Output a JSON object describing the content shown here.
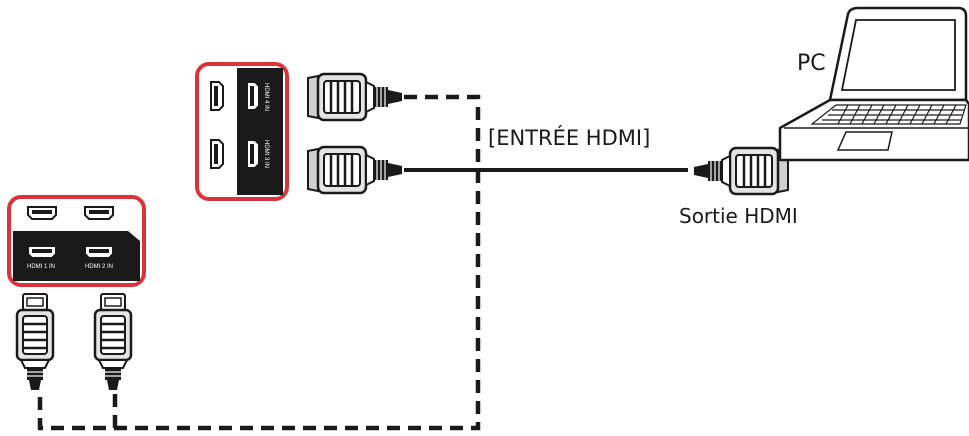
{
  "labels": {
    "pc": "PC",
    "hdmi_input": "[ENTRÉE HDMI]",
    "hdmi_output": "Sortie HDMI"
  },
  "ports": {
    "hdmi1": "HDMI 1 IN",
    "hdmi2": "HDMI 2 IN",
    "hdmi3": "HDMI 3 IN",
    "hdmi4": "HDMI 4 IN"
  },
  "colors": {
    "panel_border": "#d9343a",
    "cable": "#1a1a1a"
  }
}
